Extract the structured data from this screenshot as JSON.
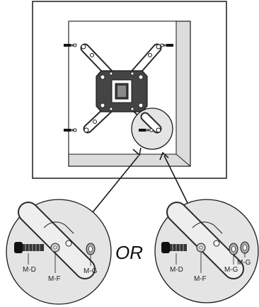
{
  "or_label": "OR",
  "left_detail": {
    "labels": {
      "md": "M-D",
      "mf": "M-F",
      "mg": "M-G"
    }
  },
  "right_detail": {
    "labels": {
      "md": "M-D",
      "mf": "M-F",
      "mg1": "M-G",
      "mg2": "M-G"
    }
  },
  "colors": {
    "line": "#1a1a1a",
    "panel": "#ffffff",
    "screen_grey": "#d9d9d9",
    "callout_grey": "#e4e4e4",
    "bracket": "#2a2a2a",
    "shading": "#bdbdbd"
  }
}
